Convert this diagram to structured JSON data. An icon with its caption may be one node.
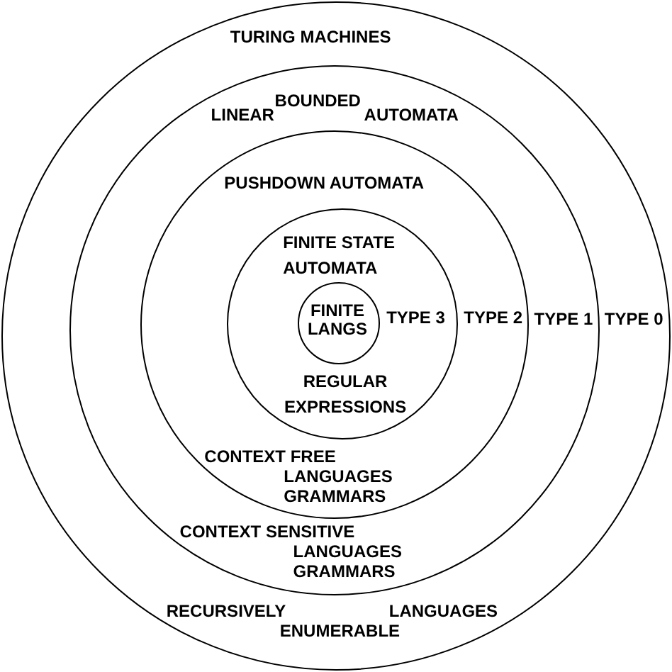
{
  "diagram": {
    "nodes": [
      {
        "text": [
          "TURING MACHINES",
          "TYPE 0",
          "RECURSIVELY",
          "ENUMERABLE",
          "LANGUAGES"
        ]
      },
      {
        "text": [
          "LINEAR",
          "BOUNDED",
          "AUTOMATA",
          "TYPE 1",
          "CONTEXT SENSITIVE",
          "LANGUAGES",
          "GRAMMARS"
        ],
        "in": 0
      },
      {
        "text": [
          "PUSHDOWN AUTOMATA",
          "TYPE 2",
          "CONTEXT FREE",
          "LANGUAGES",
          "GRAMMARS"
        ],
        "in": 1
      },
      {
        "text": [
          "FINITE STATE AUTOMATA",
          "TYPE 3",
          "REGULAR EXPRESSIONS"
        ],
        "in": 2
      },
      {
        "text": [
          "FINITE LANGS"
        ],
        "in": 3
      }
    ]
  }
}
